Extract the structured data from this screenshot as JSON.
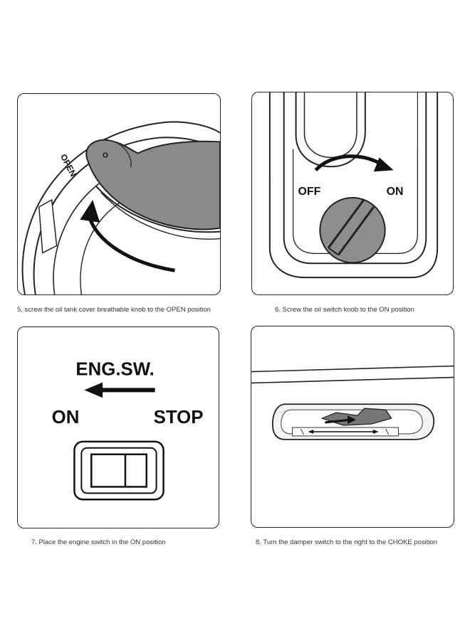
{
  "steps": [
    {
      "caption": "5, screw the oil tank cover breathable knob to the OPEN position",
      "labels": {
        "open": "OPEN",
        "o": "O"
      }
    },
    {
      "caption": "6. Screw the oil switch knob to the ON position",
      "labels": {
        "off": "OFF",
        "on": "ON"
      }
    },
    {
      "caption": "7. Place the engine switch in the ON position",
      "labels": {
        "title": "ENG.SW.",
        "on": "ON",
        "stop": "STOP"
      }
    },
    {
      "caption": "8. Turn the damper switch to the right to the CHOKE position",
      "labels": {}
    }
  ]
}
